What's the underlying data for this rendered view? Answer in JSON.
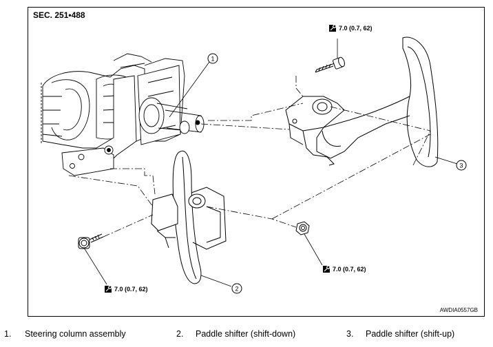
{
  "section": "SEC. 251•488",
  "figure_code": "AWDIA0557GB",
  "callouts": [
    "1",
    "2",
    "3"
  ],
  "torque_specs": [
    {
      "value": "7.0 (0.7, 62)",
      "icon": "torque-wrench-icon"
    },
    {
      "value": "7.0 (0.7, 62)",
      "icon": "torque-wrench-icon"
    },
    {
      "value": "7.0 (0.7, 62)",
      "icon": "torque-wrench-icon"
    }
  ],
  "legend": [
    {
      "num": "1.",
      "label": "Steering column assembly"
    },
    {
      "num": "2.",
      "label": "Paddle shifter (shift-down)"
    },
    {
      "num": "3.",
      "label": "Paddle shifter (shift-up)"
    }
  ]
}
